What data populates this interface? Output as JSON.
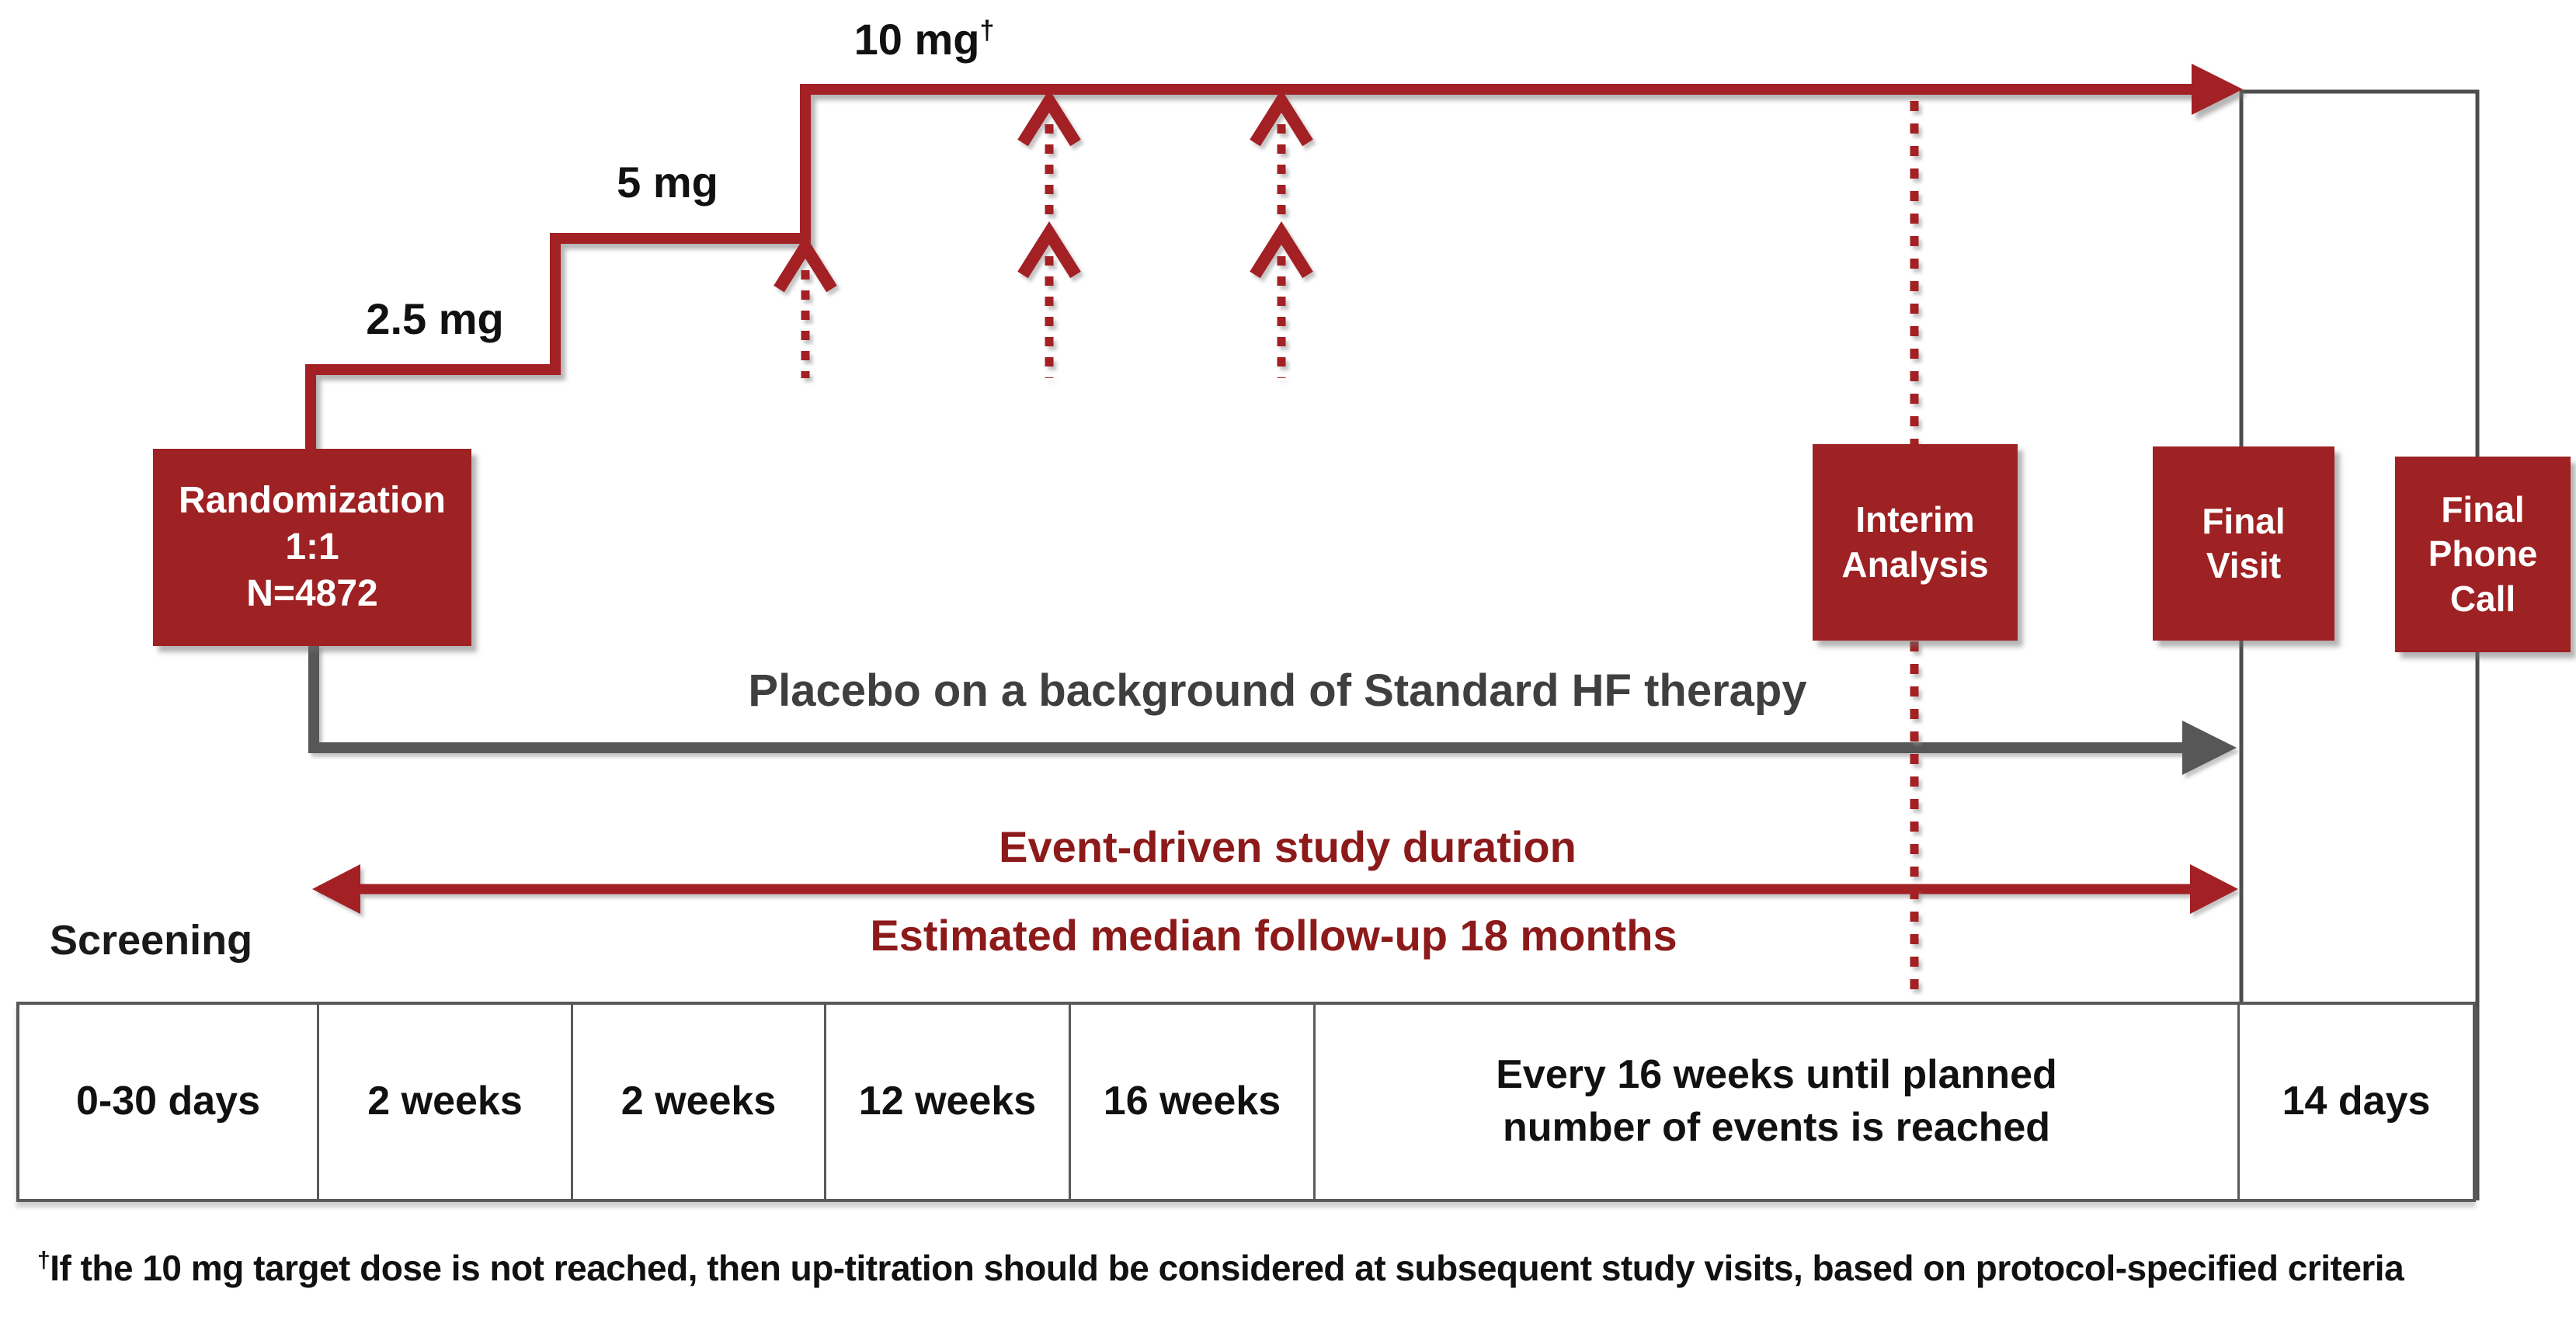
{
  "doses": {
    "step1": "2.5 mg",
    "step2": "5 mg",
    "step3_base": "10 mg",
    "dagger": "†"
  },
  "randomization_box": {
    "line1": "Randomization",
    "line2": "1:1",
    "line3": "N=4872"
  },
  "placebo_label": "Placebo on a background of Standard HF therapy",
  "duration": {
    "line1": "Event-driven study duration",
    "line2": "Estimated median follow-up 18 months"
  },
  "screening_label": "Screening",
  "milestone_boxes": {
    "interim": {
      "line1": "Interim",
      "line2": "Analysis"
    },
    "final_visit": {
      "line1": "Final",
      "line2": "Visit"
    },
    "final_phone": {
      "line1": "Final",
      "line2": "Phone",
      "line3": "Call"
    }
  },
  "timeline_table": {
    "cells": [
      "0-30 days",
      "2 weeks",
      "2 weeks",
      "12 weeks",
      "16 weeks",
      "Every 16 weeks until planned number of events is reached",
      "14 days"
    ]
  },
  "footnote": {
    "dagger": "†",
    "text": "If the 10 mg target dose is not reached, then up-titration should be considered at subsequent study visits, based on protocol-specified criteria"
  },
  "colors": {
    "box_red": "#9E2123",
    "line_red": "#A32024",
    "text_red": "#8C1A1A",
    "line_gray": "#575757",
    "border_gray": "#595959",
    "text_black": "#111111"
  }
}
